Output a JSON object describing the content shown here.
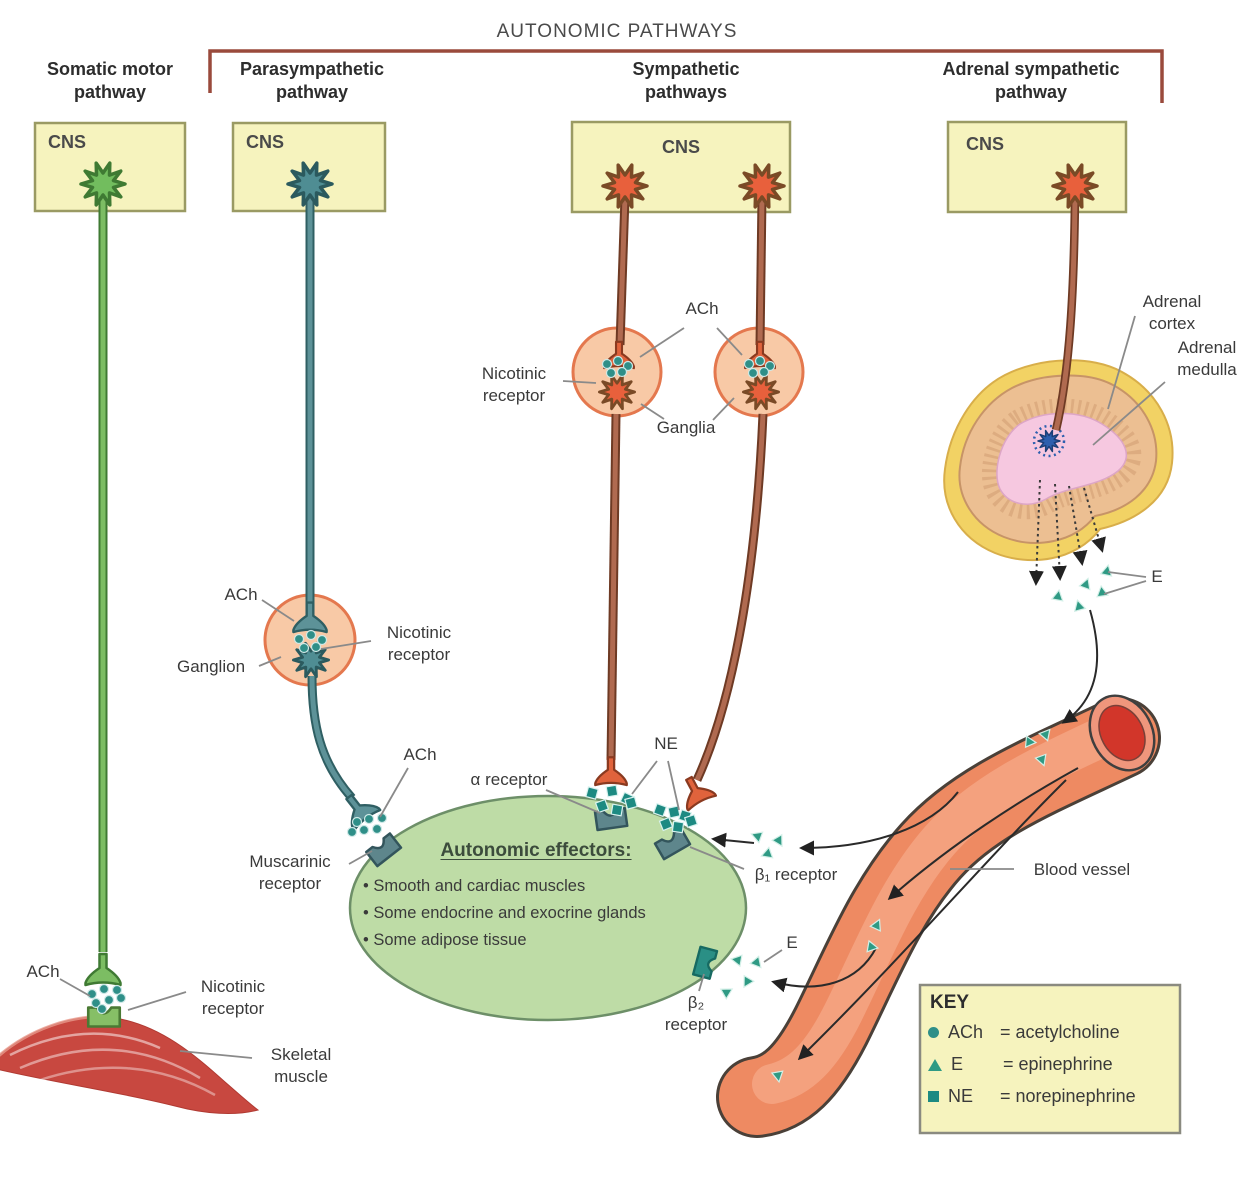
{
  "title": "AUTONOMIC PATHWAYS",
  "columns": {
    "somatic": "Somatic motor\npathway",
    "parasympathetic": "Parasympathetic\npathway",
    "sympathetic": "Sympathetic\npathways",
    "adrenal": "Adrenal sympathetic\npathway"
  },
  "cns_label": "CNS",
  "labels": {
    "ach": "ACh",
    "nicotinic_receptor": "Nicotinic\nreceptor",
    "ganglia": "Ganglia",
    "ganglion": "Ganglion",
    "alpha_receptor": "α receptor",
    "ne": "NE",
    "muscarinic_receptor": "Muscarinic\nreceptor",
    "beta1_receptor": "β₁ receptor",
    "beta2_receptor": "β₂\nreceptor",
    "e": "E",
    "blood_vessel": "Blood vessel",
    "adrenal_cortex": "Adrenal cortex",
    "adrenal_medulla": "Adrenal\nmedulla",
    "skeletal_muscle": "Skeletal\nmuscle"
  },
  "effectors": {
    "title": "Autonomic effectors:",
    "items": [
      "• Smooth and cardiac muscles",
      "• Some endocrine and exocrine glands",
      "• Some adipose tissue"
    ]
  },
  "key": {
    "title": "KEY",
    "entries": [
      {
        "icon": "ach-dot-icon",
        "abbr": "ACh",
        "definition": "= acetylcholine"
      },
      {
        "icon": "e-triangle-icon",
        "abbr": "E",
        "definition": "= epinephrine"
      },
      {
        "icon": "ne-square-icon",
        "abbr": "NE",
        "definition": "= norepinephrine"
      }
    ]
  },
  "colors": {
    "cns_box_fill": "#f6f3be",
    "cns_box_border": "#9a9a63",
    "bracket": "#9a4a3c",
    "somatic_neuron": "#72bd5e",
    "parasympathetic_neuron": "#4f8d93",
    "sympathetic_neuron": "#e8603c",
    "sympathetic_axon": "#b06a50",
    "ganglion_fill": "#f8c9a6",
    "ganglion_border": "#e4784e",
    "effector_ellipse_fill": "#bedca6",
    "effector_ellipse_border": "#6d8f68",
    "blood_vessel": "#ee8a62",
    "vessel_lumen": "#d2362a",
    "skeletal_muscle": "#c84840",
    "adrenal_capsule": "#f2d264",
    "adrenal_cortex": "#ecbf92",
    "adrenal_medulla": "#f6c8e0",
    "medulla_neuron": "#2d5fae",
    "ach_dot": "#2f8f88",
    "epinephrine_triangle": "#2f9a84",
    "norepinephrine_square": "#1d8a82",
    "receptor_gray_teal": "#5e868c"
  }
}
